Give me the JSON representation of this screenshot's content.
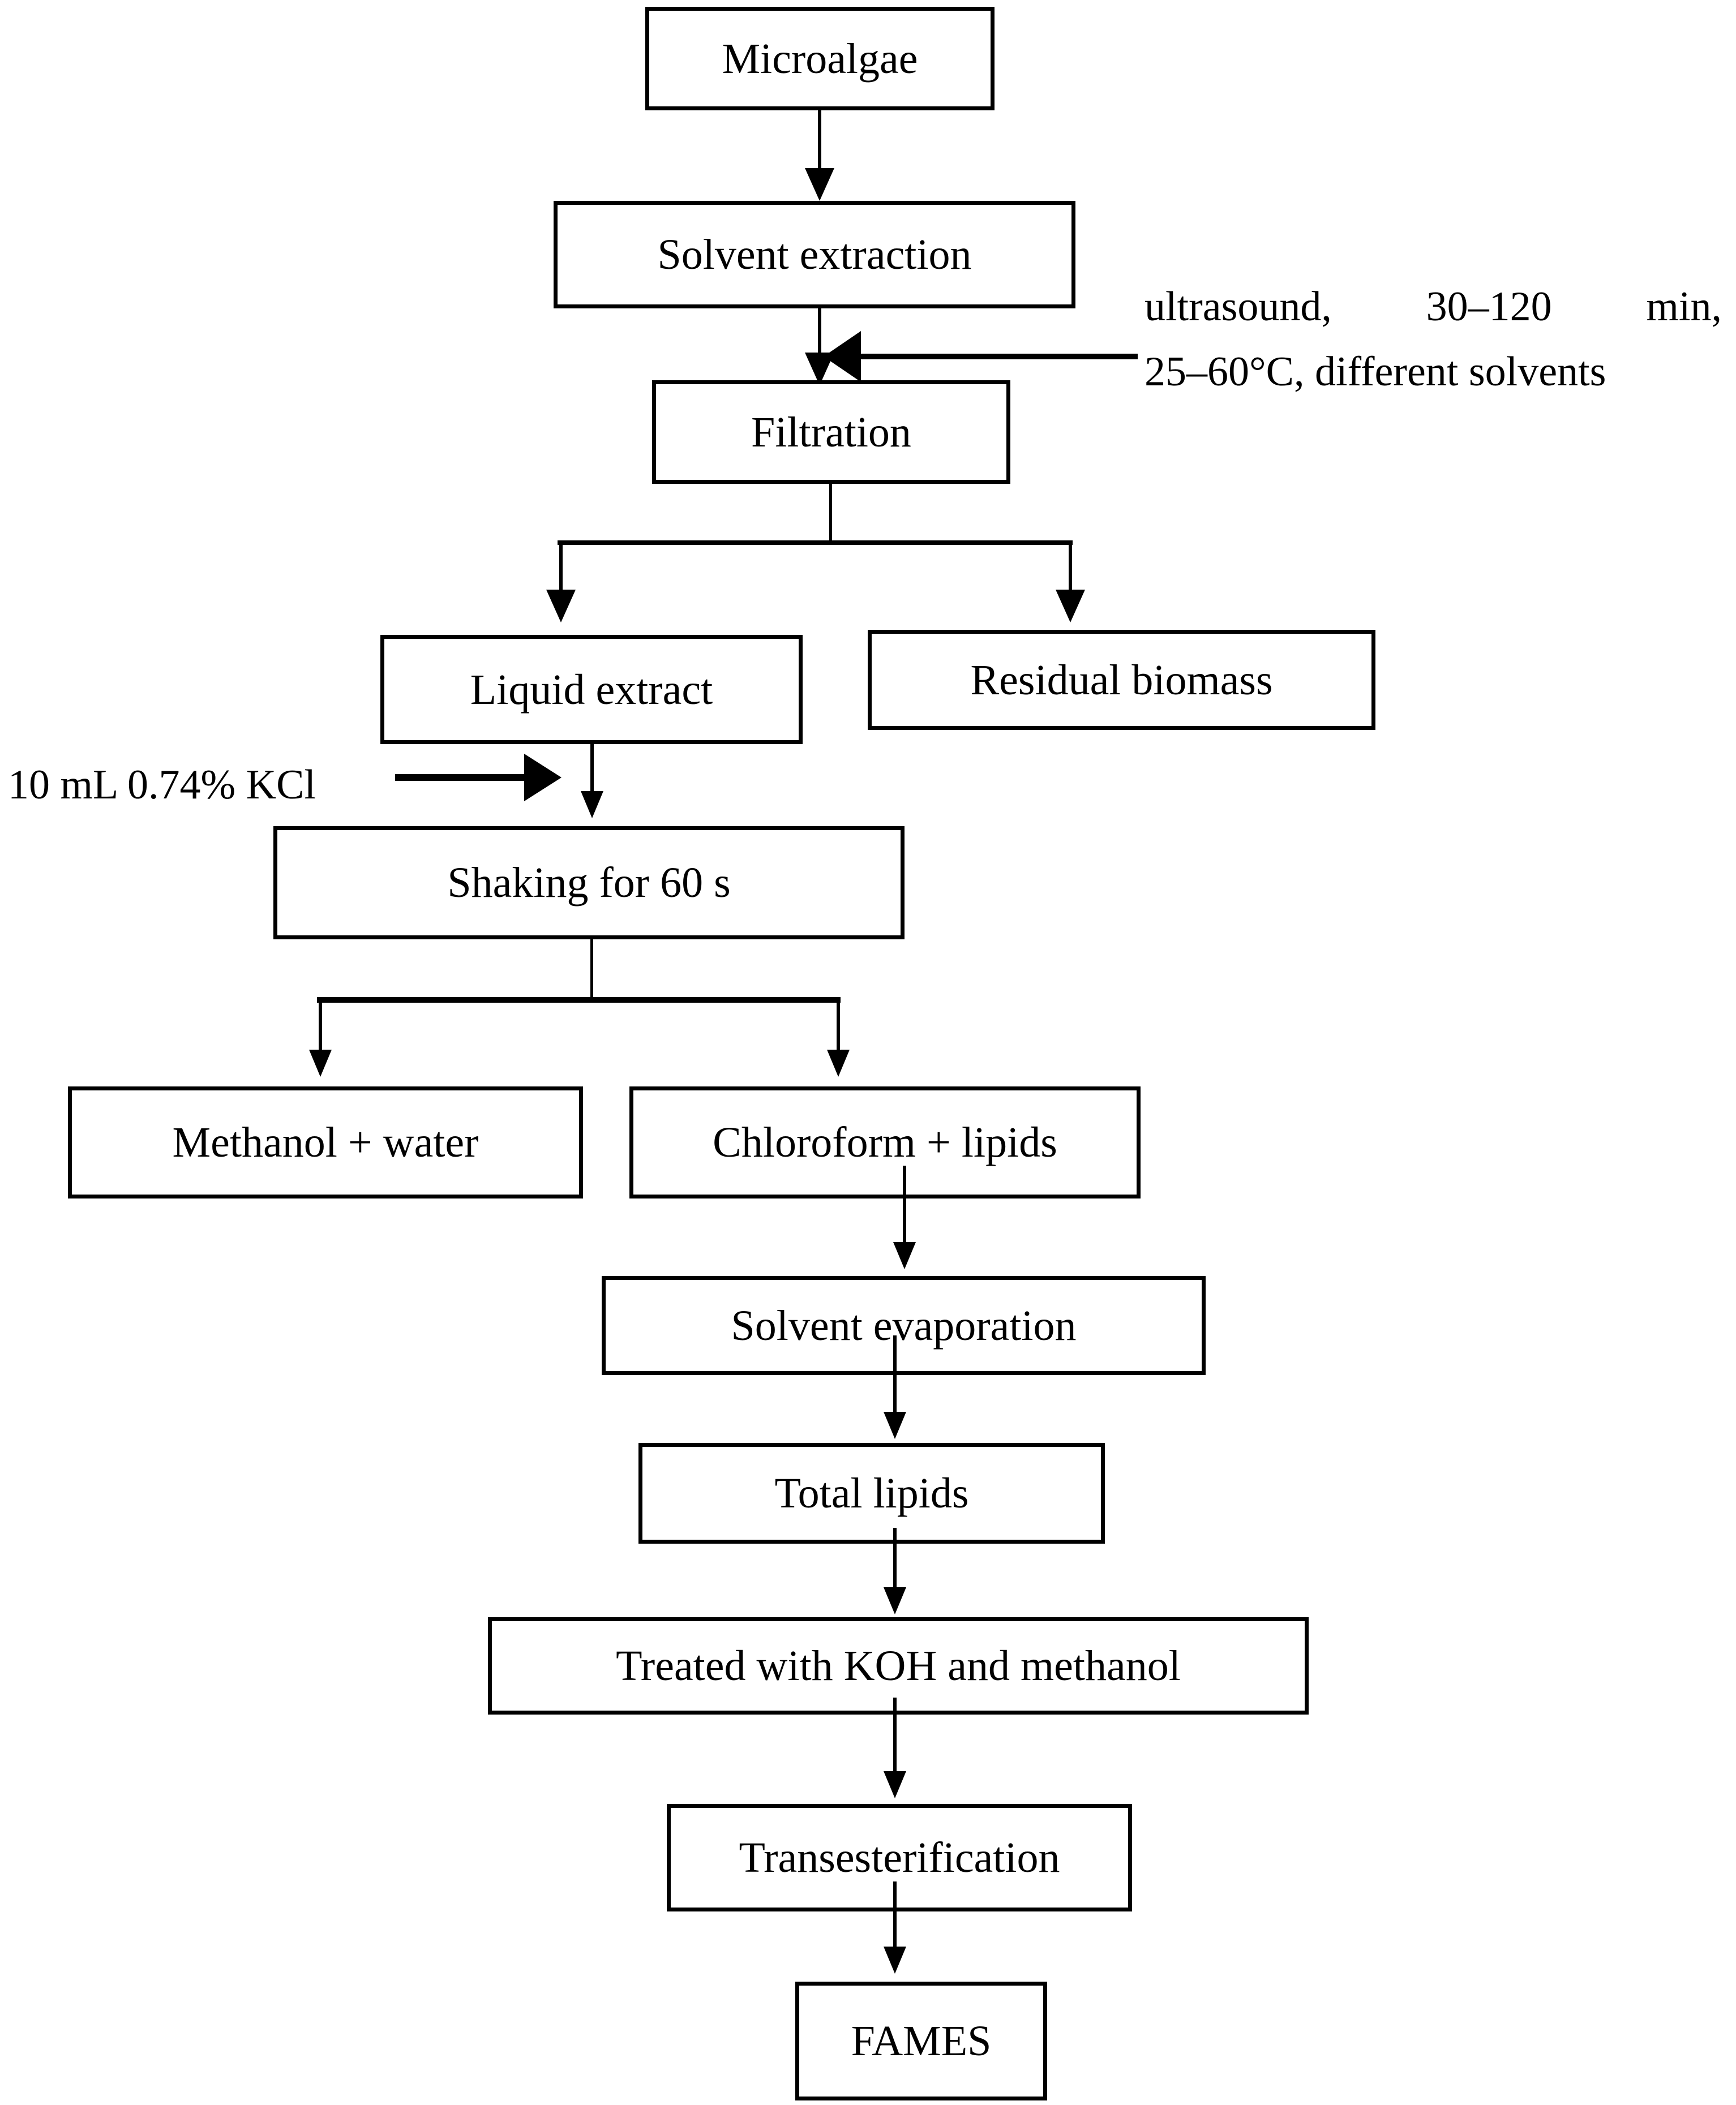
{
  "chart_data": {
    "type": "diagram",
    "title": "Microalgae lipid extraction and FAMES production flowchart",
    "nodes": [
      {
        "id": "microalgae",
        "label": "Microalgae"
      },
      {
        "id": "solvent-extraction",
        "label": "Solvent extraction"
      },
      {
        "id": "filtration",
        "label": "Filtration"
      },
      {
        "id": "liquid-extract",
        "label": "Liquid extract"
      },
      {
        "id": "residual-biomass",
        "label": "Residual biomass"
      },
      {
        "id": "shaking",
        "label": "Shaking for 60 s"
      },
      {
        "id": "methanol-water",
        "label": "Methanol + water"
      },
      {
        "id": "chloroform-lipids",
        "label": "Chloroform + lipids"
      },
      {
        "id": "solvent-evaporation",
        "label": "Solvent evaporation"
      },
      {
        "id": "total-lipids",
        "label": "Total lipids"
      },
      {
        "id": "treated-koh",
        "label": "Treated with KOH and methanol"
      },
      {
        "id": "transesterification",
        "label": "Transesterification"
      },
      {
        "id": "fames",
        "label": "FAMES"
      }
    ],
    "edges": [
      {
        "from": "microalgae",
        "to": "solvent-extraction"
      },
      {
        "from": "solvent-extraction",
        "to": "filtration"
      },
      {
        "from": "filtration",
        "to": "liquid-extract"
      },
      {
        "from": "filtration",
        "to": "residual-biomass"
      },
      {
        "from": "liquid-extract",
        "to": "shaking"
      },
      {
        "from": "shaking",
        "to": "methanol-water"
      },
      {
        "from": "shaking",
        "to": "chloroform-lipids"
      },
      {
        "from": "chloroform-lipids",
        "to": "solvent-evaporation"
      },
      {
        "from": "solvent-evaporation",
        "to": "total-lipids"
      },
      {
        "from": "total-lipids",
        "to": "treated-koh"
      },
      {
        "from": "treated-koh",
        "to": "transesterification"
      },
      {
        "from": "transesterification",
        "to": "fames"
      }
    ],
    "annotations": [
      {
        "id": "ultrasound-conditions",
        "target": "solvent-extraction",
        "line1": "ultrasound, 30–120 min,",
        "line2": "25–60°C, different solvents"
      },
      {
        "id": "kcl-addition",
        "target": "shaking",
        "text": "10 mL 0.74% KCl"
      }
    ]
  },
  "nodes": {
    "microalgae": "Microalgae",
    "solvent_extraction": "Solvent extraction",
    "filtration": "Filtration",
    "liquid_extract": "Liquid extract",
    "residual_biomass": "Residual biomass",
    "shaking": "Shaking for 60 s",
    "methanol_water": "Methanol + water",
    "chloroform_lipids": "Chloroform + lipids",
    "solvent_evaporation": "Solvent evaporation",
    "total_lipids": "Total lipids",
    "treated_koh": "Treated with KOH and methanol",
    "transesterification": "Transesterification",
    "fames": "FAMES"
  },
  "annotations": {
    "ultrasound_line1": "ultrasound, 30–120 min,",
    "ultrasound_line2": "25–60°C, different solvents",
    "kcl": "10 mL 0.74% KCl"
  },
  "colors": {
    "stroke": "#000000",
    "fill": "#ffffff",
    "text": "#000000"
  }
}
